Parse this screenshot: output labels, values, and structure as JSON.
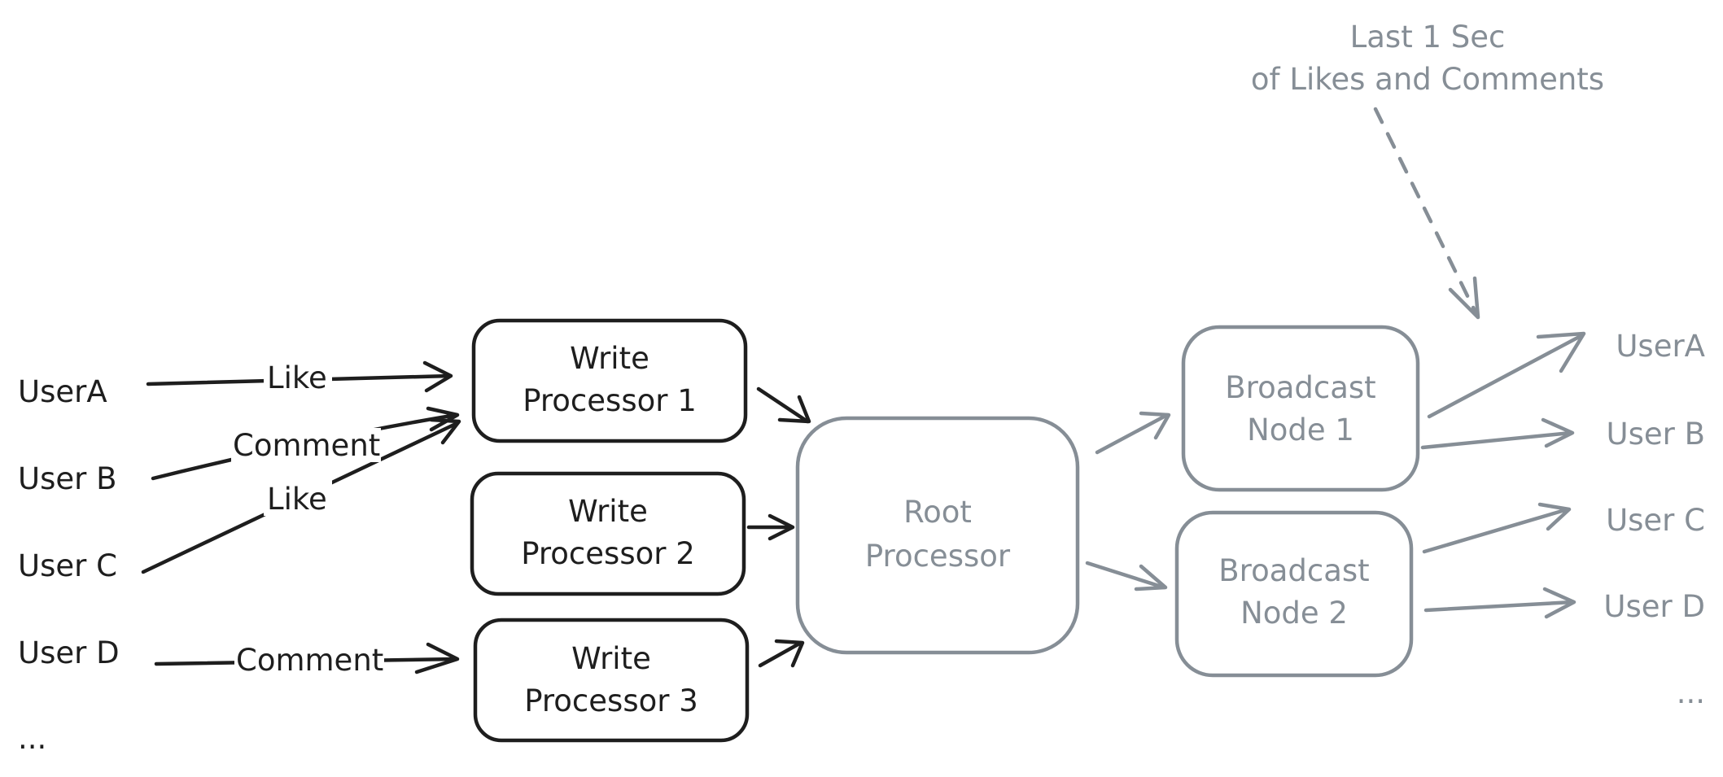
{
  "users_left": [
    "UserA",
    "User B",
    "User C",
    "User D",
    "..."
  ],
  "edge_labels": {
    "usera": "Like",
    "userb": "Comment",
    "userc": "Like",
    "userd": "Comment"
  },
  "write_processors": [
    {
      "line1": "Write",
      "line2": "Processor 1"
    },
    {
      "line1": "Write",
      "line2": "Processor 2"
    },
    {
      "line1": "Write",
      "line2": "Processor 3"
    }
  ],
  "root_processor": {
    "line1": "Root",
    "line2": "Processor"
  },
  "broadcast_nodes": [
    {
      "line1": "Broadcast",
      "line2": "Node 1"
    },
    {
      "line1": "Broadcast",
      "line2": "Node 2"
    }
  ],
  "users_right": [
    "UserA",
    "User B",
    "User C",
    "User D",
    "..."
  ],
  "annotation": {
    "line1": "Last 1 Sec",
    "line2": "of Likes and Comments"
  },
  "colors": {
    "primary": "#1e1e1e",
    "secondary": "#868e96",
    "background": "#ffffff"
  }
}
